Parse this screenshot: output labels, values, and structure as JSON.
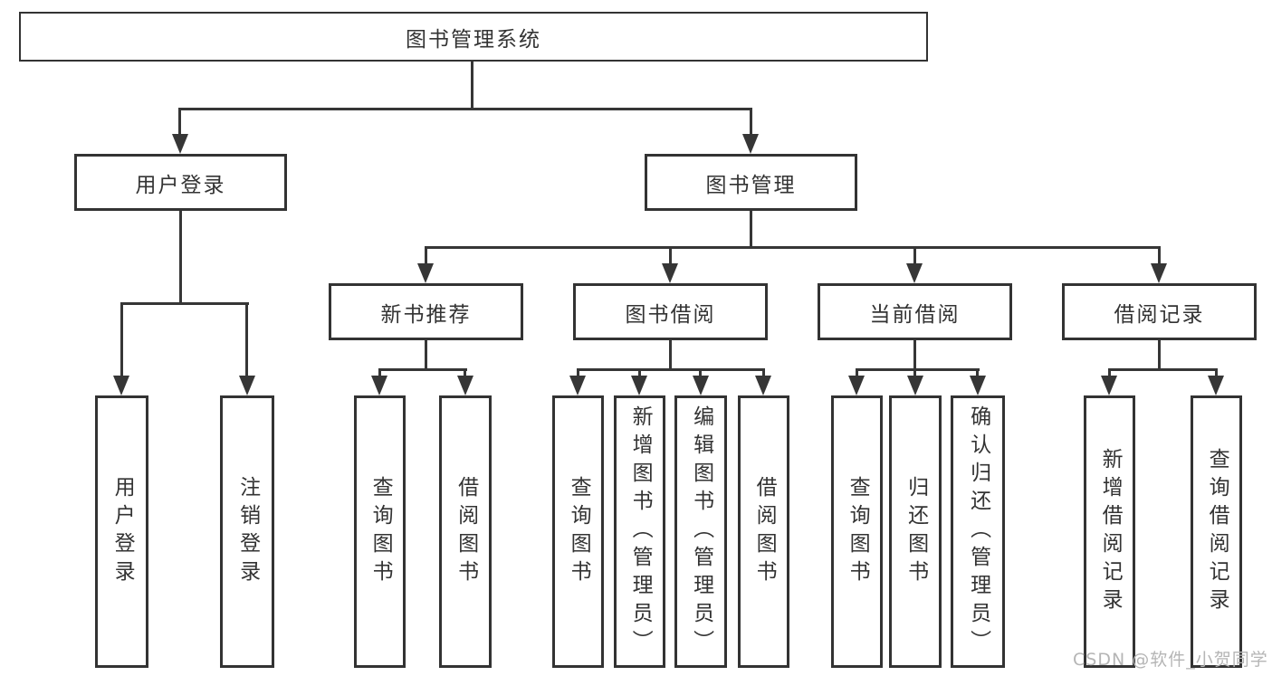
{
  "tree": {
    "root": {
      "label": "图书管理系统",
      "children": [
        {
          "label": "用户登录",
          "children": [
            {
              "label": "用户登录"
            },
            {
              "label": "注销登录"
            }
          ]
        },
        {
          "label": "图书管理",
          "children": [
            {
              "label": "新书推荐",
              "children": [
                {
                  "label": "查询图书"
                },
                {
                  "label": "借阅图书"
                }
              ]
            },
            {
              "label": "图书借阅",
              "children": [
                {
                  "label": "查询图书"
                },
                {
                  "label": "新增图书（管理员）"
                },
                {
                  "label": "编辑图书（管理员）"
                },
                {
                  "label": "借阅图书"
                }
              ]
            },
            {
              "label": "当前借阅",
              "children": [
                {
                  "label": "查询图书"
                },
                {
                  "label": "归还图书"
                },
                {
                  "label": "确认归还（管理员）"
                }
              ]
            },
            {
              "label": "借阅记录",
              "children": [
                {
                  "label": "新增借阅记录"
                },
                {
                  "label": "查询借阅记录"
                }
              ]
            }
          ]
        }
      ]
    }
  },
  "watermark": {
    "text": "CSDN @软件_小贺同学"
  },
  "colors": {
    "line": "#363636",
    "box_border": "#333333",
    "text": "#333333",
    "background": "#ffffff",
    "watermark": "#b5b5b5"
  }
}
